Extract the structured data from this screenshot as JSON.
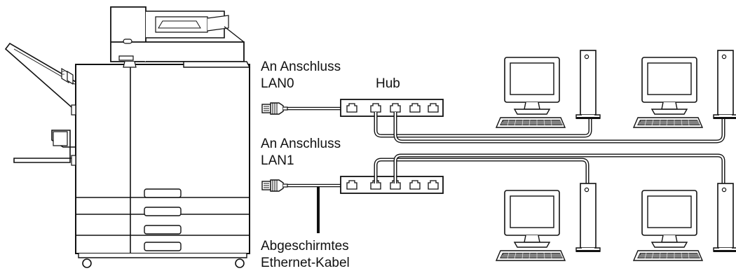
{
  "labels": {
    "port_lan0_line1": "An Anschluss",
    "port_lan0_line2": "LAN0",
    "hub": "Hub",
    "port_lan1_line1": "An Anschluss",
    "port_lan1_line2": "LAN1",
    "cable_line1": "Abgeschirmtes",
    "cable_line2": "Ethernet-Kabel"
  },
  "components": {
    "printer": "printer-icon",
    "hub": "network-hub-icon",
    "computer": "desktop-computer-icon",
    "plug": "ethernet-plug-icon"
  }
}
